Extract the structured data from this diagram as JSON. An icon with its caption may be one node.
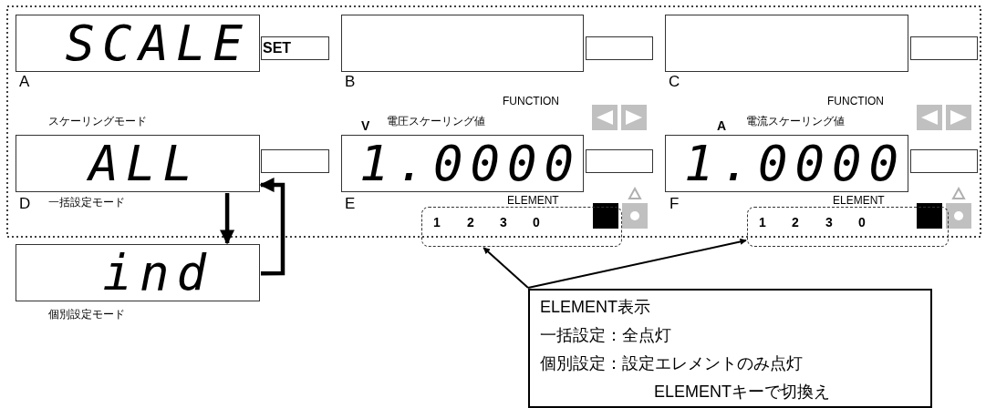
{
  "diagram": {
    "nodes": [
      {
        "text": [
          "SCALE"
        ],
        "beside": [
          "A"
        ]
      },
      {
        "text": [
          "SET"
        ]
      },
      {
        "text": [],
        "shape": "box",
        "beside": [
          "B"
        ]
      },
      {
        "text": [],
        "shape": "box"
      },
      {
        "text": [],
        "shape": "box",
        "beside": [
          "C"
        ]
      },
      {
        "text": [],
        "shape": "box"
      },
      {
        "text": [
          "ALL"
        ],
        "beside": [
          "スケーリングモード",
          "D",
          "一括設定モード"
        ]
      },
      {
        "text": [],
        "shape": "box"
      },
      {
        "text": [
          "1.0000"
        ],
        "beside": [
          "V",
          "電圧スケーリング値",
          "E"
        ]
      },
      {
        "text": [],
        "shape": "box"
      },
      {
        "text": [
          "1.0000"
        ],
        "beside": [
          "A",
          "電流スケーリング値",
          "F"
        ]
      },
      {
        "text": [],
        "shape": "box"
      },
      {
        "text": [
          "ELEMENT",
          "1",
          "2",
          "3",
          "0"
        ]
      },
      {
        "text": [
          "ELEMENT",
          "1",
          "2",
          "3",
          "0"
        ]
      },
      {
        "text": [
          "ind"
        ],
        "beside": [
          "個別設定モード"
        ]
      },
      {
        "text": [
          "ELEMENT表示",
          "一括設定：全点灯",
          "個別設定：設定エレメントのみ点灯",
          "ELEMENTキーで切換え"
        ]
      }
    ],
    "edges": [
      {
        "from": 6,
        "to": 14,
        "arrow": "to",
        "style": "thick"
      },
      {
        "from": 14,
        "to": 6,
        "arrow": "to",
        "style": "thick"
      },
      {
        "from": 15,
        "to": 12,
        "arrow": "to"
      },
      {
        "from": 15,
        "to": 13,
        "arrow": "to"
      }
    ],
    "labels": [
      "FUNCTION",
      "FUNCTION"
    ]
  }
}
